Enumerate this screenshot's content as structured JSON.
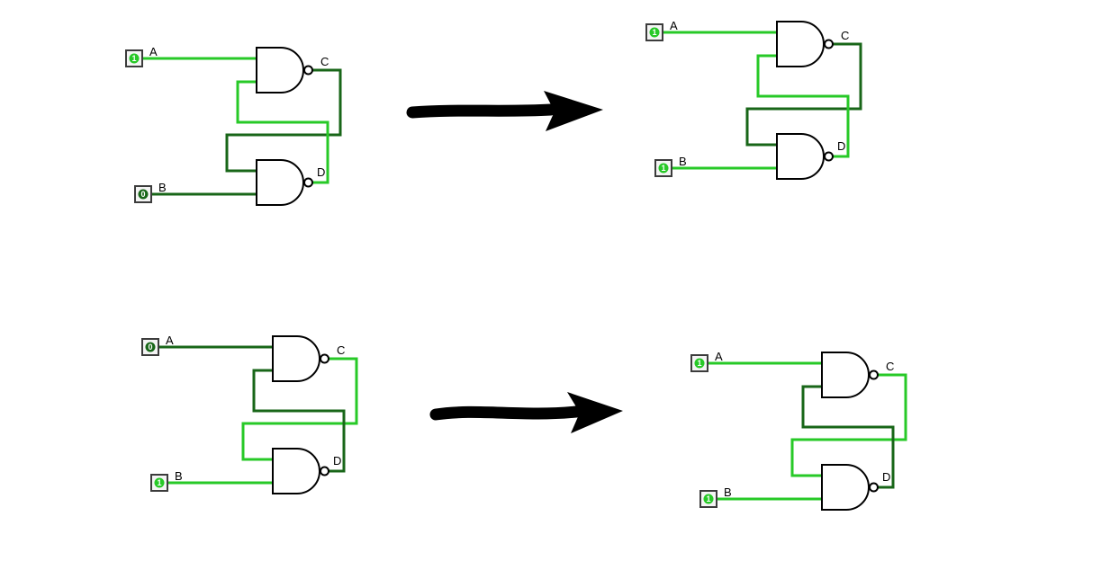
{
  "canvas": {
    "background": "#ffffff"
  },
  "colors": {
    "signal_high": "#27c927",
    "signal_low": "#186618",
    "arrow": "#000000"
  },
  "arrow": {
    "color": "#000000"
  },
  "circuits": [
    {
      "name": "top-left",
      "inputs": {
        "a": {
          "label": "A",
          "value": "1",
          "color": "#27c927"
        },
        "b": {
          "label": "B",
          "value": "0",
          "color": "#186618"
        }
      },
      "outputs": {
        "c": {
          "label": "C",
          "color": "#186618"
        },
        "d": {
          "label": "D",
          "color": "#27c927"
        }
      }
    },
    {
      "name": "top-right",
      "inputs": {
        "a": {
          "label": "A",
          "value": "1",
          "color": "#27c927"
        },
        "b": {
          "label": "B",
          "value": "1",
          "color": "#27c927"
        }
      },
      "outputs": {
        "c": {
          "label": "C",
          "color": "#186618"
        },
        "d": {
          "label": "D",
          "color": "#27c927"
        }
      }
    },
    {
      "name": "bottom-left",
      "inputs": {
        "a": {
          "label": "A",
          "value": "0",
          "color": "#186618"
        },
        "b": {
          "label": "B",
          "value": "1",
          "color": "#27c927"
        }
      },
      "outputs": {
        "c": {
          "label": "C",
          "color": "#27c927"
        },
        "d": {
          "label": "D",
          "color": "#186618"
        }
      }
    },
    {
      "name": "bottom-right",
      "inputs": {
        "a": {
          "label": "A",
          "value": "1",
          "color": "#27c927"
        },
        "b": {
          "label": "B",
          "value": "1",
          "color": "#27c927"
        }
      },
      "outputs": {
        "c": {
          "label": "C",
          "color": "#27c927"
        },
        "d": {
          "label": "D",
          "color": "#186618"
        }
      }
    }
  ]
}
